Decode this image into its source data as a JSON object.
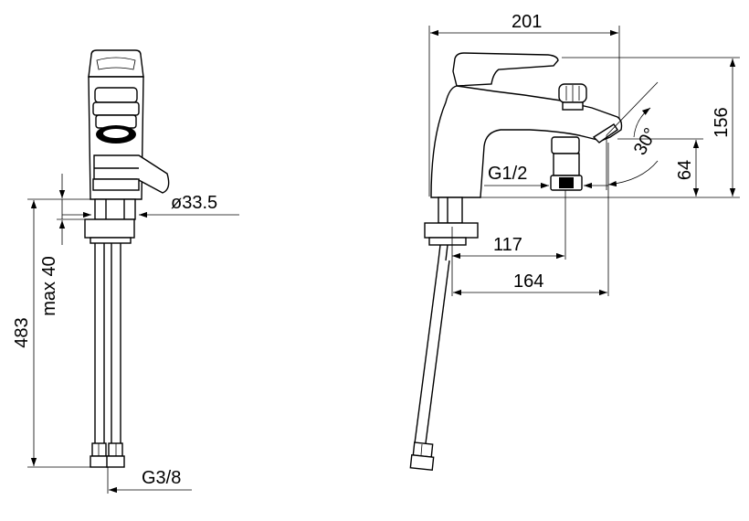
{
  "drawing": {
    "front_view": {
      "dim_height_total": "483",
      "dim_mount_thickness": "max 40",
      "dim_hole_diameter": "ø33.5",
      "dim_connection": "G3/8"
    },
    "side_view": {
      "dim_width": "201",
      "dim_height": "156",
      "dim_outlet_height": "64",
      "dim_outlet_thread": "G1/2",
      "dim_outlet_reach": "117",
      "dim_spout_reach": "164",
      "dim_angle": "30°"
    }
  }
}
